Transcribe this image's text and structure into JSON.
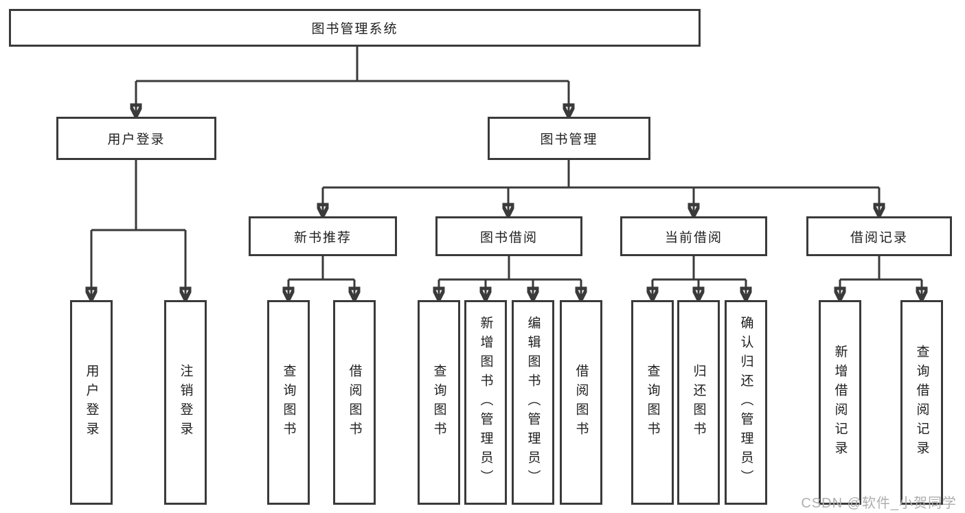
{
  "diagram": {
    "root": {
      "label": "图书管理系统"
    },
    "branches": [
      {
        "label": "用户登录",
        "children": [
          {
            "label": "用户登录"
          },
          {
            "label": "注销登录"
          }
        ]
      },
      {
        "label": "图书管理",
        "groups": [
          {
            "label": "新书推荐",
            "children": [
              {
                "label": "查询图书"
              },
              {
                "label": "借阅图书"
              }
            ]
          },
          {
            "label": "图书借阅",
            "children": [
              {
                "label": "查询图书"
              },
              {
                "label": "新增图书（管理员）"
              },
              {
                "label": "编辑图书（管理员）"
              },
              {
                "label": "借阅图书"
              }
            ]
          },
          {
            "label": "当前借阅",
            "children": [
              {
                "label": "查询图书"
              },
              {
                "label": "归还图书"
              },
              {
                "label": "确认归还（管理员）"
              }
            ]
          },
          {
            "label": "借阅记录",
            "children": [
              {
                "label": "新增借阅记录"
              },
              {
                "label": "查询借阅记录"
              }
            ]
          }
        ]
      }
    ]
  },
  "watermark": {
    "text": "CSDN @软件_小贺同学"
  },
  "colors": {
    "line": "#3a3a3a",
    "box_border": "#3a3a3a",
    "text": "#1f1f1f",
    "watermark": "#aeaeae",
    "background": "#ffffff"
  }
}
